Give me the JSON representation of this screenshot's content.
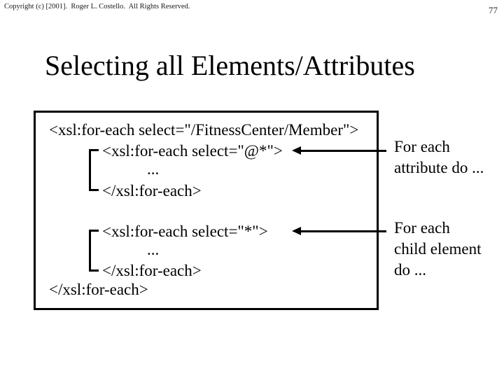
{
  "header": {
    "copyright": "Copyright (c) [2001].  Roger L. Costello.  All Rights Reserved.",
    "page_number": "77"
  },
  "slide": {
    "title": "Selecting all Elements/Attributes"
  },
  "code_box": {
    "lines": [
      "<xsl:for-each select=\"/FitnessCenter/Member\">",
      "<xsl:for-each select=\"@*\">",
      "...",
      "</xsl:for-each>",
      "<xsl:for-each select=\"*\">",
      "...",
      "</xsl:for-each>",
      "</xsl:for-each>"
    ]
  },
  "annotations": [
    {
      "lines": [
        "For each",
        "attribute do ..."
      ]
    },
    {
      "lines": [
        "For each",
        "child element",
        "do ..."
      ]
    }
  ],
  "colors": {
    "text": "#000000",
    "background": "#ffffff",
    "line": "#000000"
  }
}
